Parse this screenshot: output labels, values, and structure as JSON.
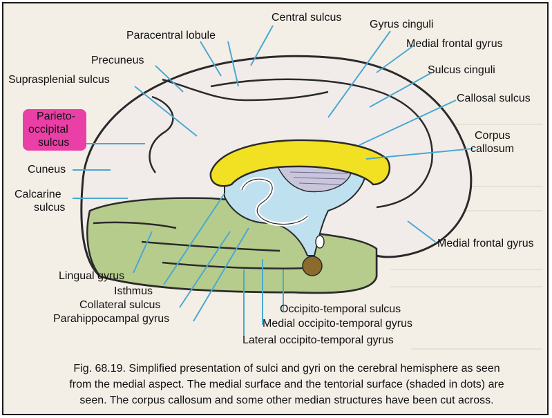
{
  "labels": {
    "central_sulcus": "Central sulcus",
    "paracentral_lobule": "Paracentral lobule",
    "gyrus_cinguli": "Gyrus cinguli",
    "medial_frontal_gyrus_top": "Medial frontal gyrus",
    "precuneus": "Precuneus",
    "suprasplenial_sulcus": "Suprasplenial sulcus",
    "sulcus_cinguli": "Sulcus cinguli",
    "callosal_sulcus": "Callosal sulcus",
    "parieto_occipital_1": "Parieto-",
    "parieto_occipital_2": "occipital",
    "parieto_occipital_3": "sulcus",
    "corpus_callosum_1": "Corpus",
    "corpus_callosum_2": "callosum",
    "cuneus": "Cuneus",
    "calcarine_1": "Calcarine",
    "calcarine_2": "sulcus",
    "medial_frontal_gyrus_bottom": "Medial frontal gyrus",
    "lingual_gyrus": "Lingual gyrus",
    "isthmus": "Isthmus",
    "collateral_sulcus": "Collateral sulcus",
    "parahippocampal_gyrus": "Parahippocampal gyrus",
    "occipito_temporal_sulcus": "Occipito-temporal sulcus",
    "medial_occipito_temporal_gyrus": "Medial occipito-temporal gyrus",
    "lateral_occipito_temporal_gyrus": "Lateral occipito-temporal gyrus"
  },
  "caption": {
    "line1": "Fig. 68.19. Simplified presentation of sulci and gyri on the cerebral hemisphere as seen",
    "line2": "from the medial aspect. The medial surface and the tentorial surface (shaded in dots) are",
    "line3": "seen. The corpus callosum and some other median structures have been cut across."
  },
  "colors": {
    "page": "#f3eee6",
    "brain_fill": "#f1ecea",
    "outline": "#2a2a2a",
    "tentorial_green": "#b6cc8c",
    "corpus_callosum_yellow": "#f2e022",
    "ventricle_blue": "#bfe0ee",
    "thalamus_lilac": "#c9c6dc",
    "leader_lines": "#4aa8d0",
    "highlight_pink": "#e8209a",
    "body_brown": "#8b6a2c"
  }
}
